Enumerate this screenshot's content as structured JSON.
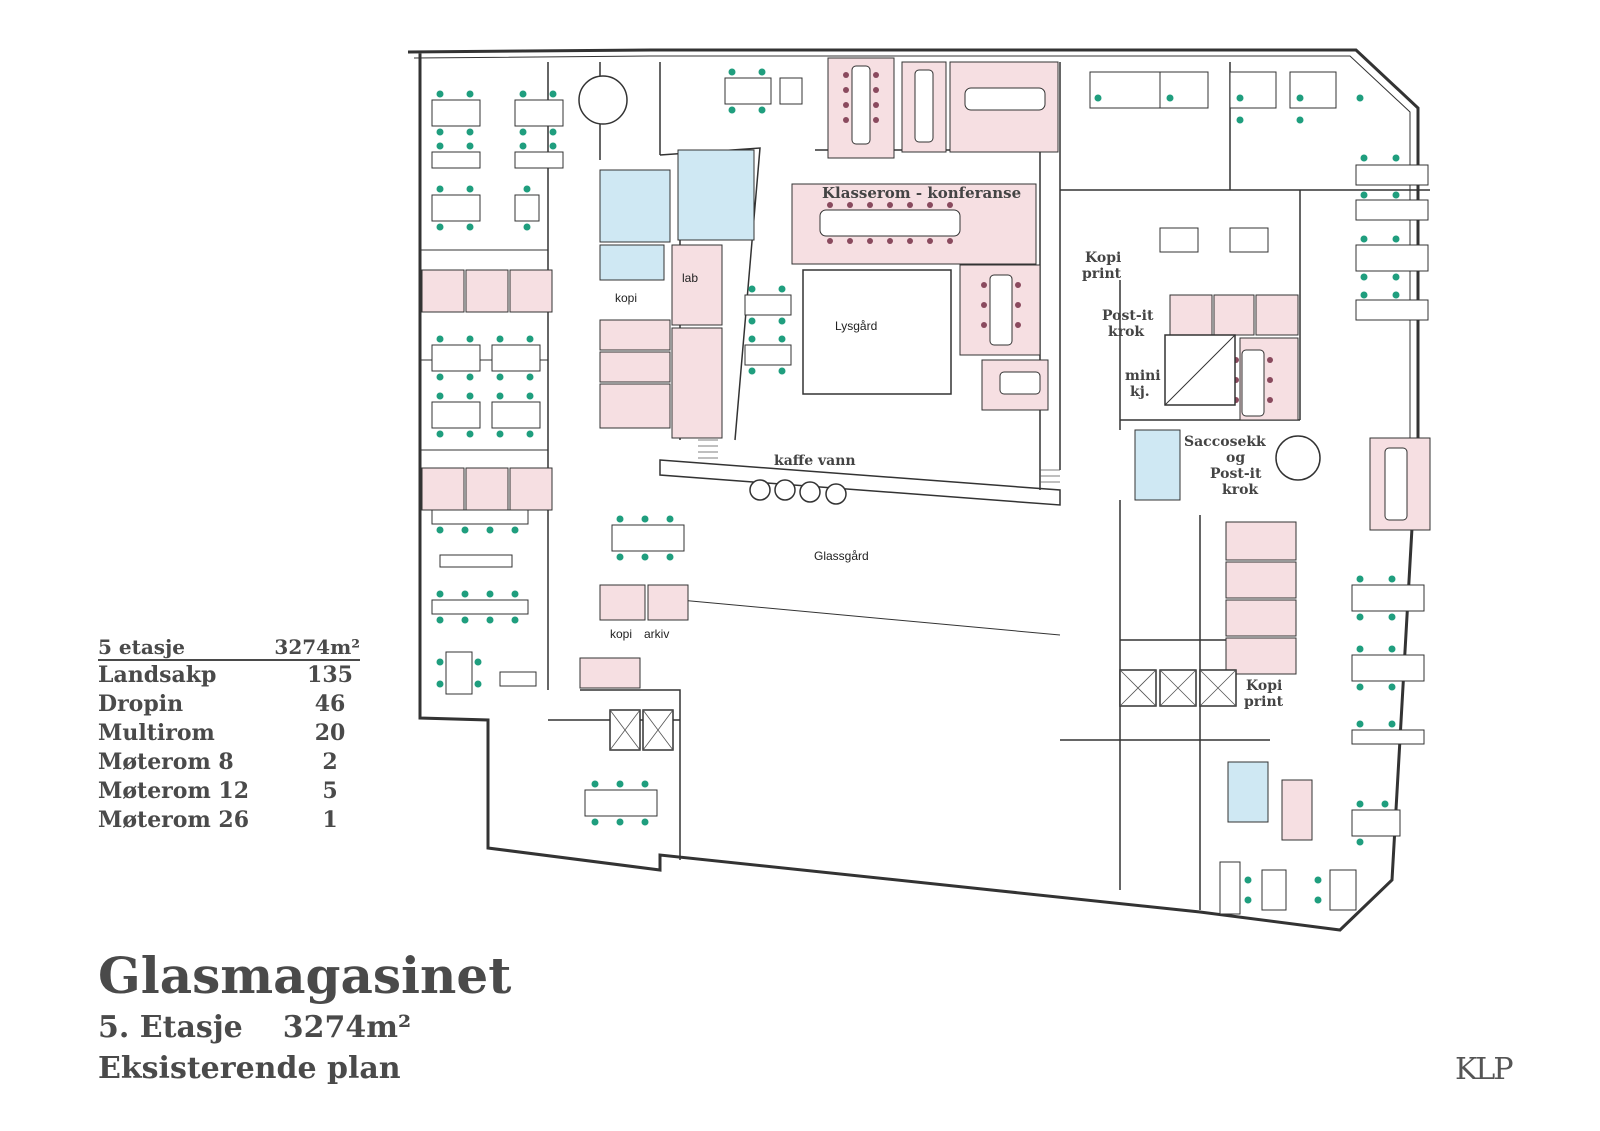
{
  "title": "Glasmagasinet",
  "subtitle": {
    "floor": "5. Etasje",
    "area": "3274m²"
  },
  "subtitle2": "Eksisterende plan",
  "logo_text": "KLP",
  "legend": {
    "header_label": "5 etasje",
    "header_value": "3274m²",
    "rows": [
      {
        "label": "Landsakp",
        "value": "135"
      },
      {
        "label": "Dropin",
        "value": "46"
      },
      {
        "label": "Multirom",
        "value": "20"
      },
      {
        "label": "Møterom 8",
        "value": "2"
      },
      {
        "label": "Møterom 12",
        "value": "5"
      },
      {
        "label": "Møterom 26",
        "value": "1"
      }
    ]
  },
  "rooms": {
    "klasserom": "Klasserom - konferanse",
    "lysgard": "Lysgård",
    "glassgard": "Glassgård",
    "kaffe": "kaffe vann",
    "kopi_print_1a": "Kopi",
    "kopi_print_1b": "print",
    "postit_a": "Post-it",
    "postit_b": "krok",
    "minikj_a": "mini",
    "minikj_b": "kj.",
    "sacco_a": "Saccosekk",
    "sacco_b": "og",
    "sacco_c": "Post-it",
    "sacco_d": "krok",
    "kopi_print_2a": "Kopi",
    "kopi_print_2b": "print",
    "kopi": "kopi",
    "lab": "lab",
    "kopi_arkiv_a": "kopi",
    "kopi_arkiv_b": "arkiv"
  },
  "colors": {
    "meeting_room": "#f6dfe2",
    "wc": "#cfe8f3",
    "desk_chair": "#1f9e7e",
    "meeting_chair": "#8a4a5e",
    "wall": "#333333"
  }
}
